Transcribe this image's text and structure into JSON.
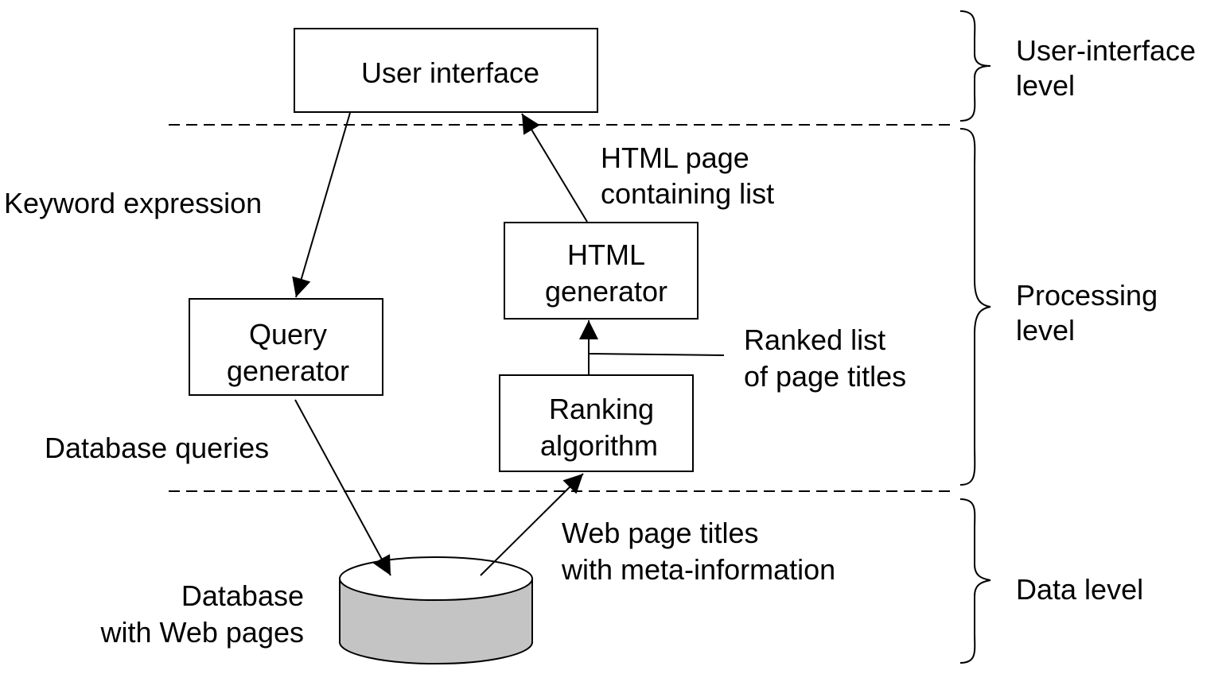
{
  "boxes": {
    "user_interface": "User interface",
    "html_generator": [
      "HTML",
      "generator"
    ],
    "query_generator": [
      "Query",
      "generator"
    ],
    "ranking_algorithm": [
      "Ranking",
      "algorithm"
    ]
  },
  "database": [
    "Database",
    "with Web pages"
  ],
  "edge_labels": {
    "keyword_expression": "Keyword expression",
    "html_page": [
      "HTML page",
      "containing list"
    ],
    "ranked_list": [
      "Ranked list",
      "of page titles"
    ],
    "database_queries": "Database queries",
    "web_page_titles": [
      "Web page titles",
      "with meta-information"
    ]
  },
  "levels": {
    "user_interface": [
      "User-interface",
      "level"
    ],
    "processing": [
      "Processing",
      "level"
    ],
    "data": "Data level"
  },
  "colors": {
    "database_fill": "#c4c4c4",
    "database_top": "#ffffff",
    "line": "#000000"
  }
}
